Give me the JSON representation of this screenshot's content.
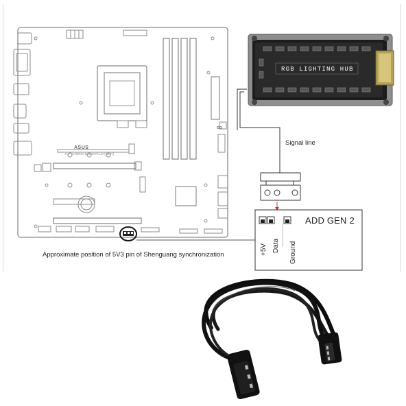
{
  "diagram": {
    "caption": "Approximate position of 5V3 pin of Shenguang synchronization",
    "signal_line_label": "Signal line",
    "header_label": "ADD GEN 2",
    "pins": [
      "+5V",
      "Data",
      "Ground"
    ],
    "hub_title": "RGB LIGHTING HUB",
    "board_brand": "ASUS",
    "board_model": "TUF GAMING B460M-PLUS (WI-FI)"
  }
}
